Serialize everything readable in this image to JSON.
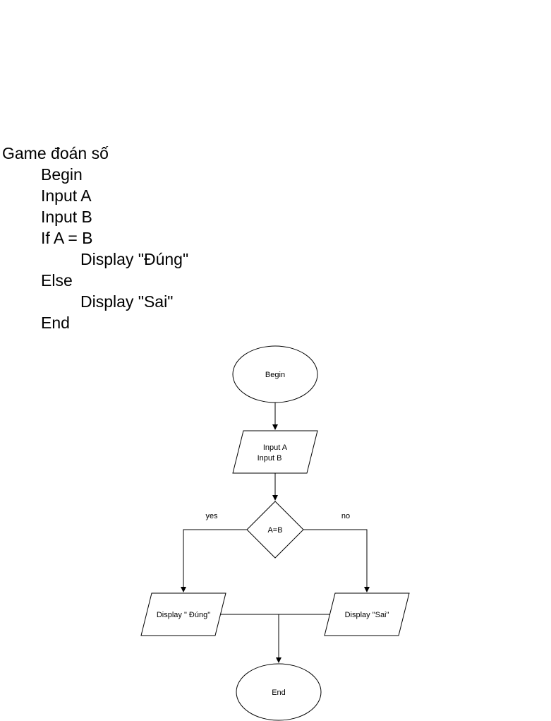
{
  "pseudocode": {
    "title": "Game đoán số",
    "lines": [
      {
        "text": "Begin",
        "indent": 1
      },
      {
        "text": "Input A",
        "indent": 1
      },
      {
        "text": "Input B",
        "indent": 1
      },
      {
        "text": "If A = B",
        "indent": 1
      },
      {
        "text": "Display \"Đúng\"",
        "indent": 2
      },
      {
        "text": "Else",
        "indent": 1
      },
      {
        "text": "Display \"Sai\"",
        "indent": 2
      },
      {
        "text": "End",
        "indent": 1
      }
    ]
  },
  "flowchart": {
    "begin": "Begin",
    "input_line1": "Input A",
    "input_line2": "Input B",
    "decision": "A=B",
    "yes_label": "yes",
    "no_label": "no",
    "display_true": "Display \" Đúng\"",
    "display_false": "Display \"Sai\"",
    "end": "End"
  }
}
